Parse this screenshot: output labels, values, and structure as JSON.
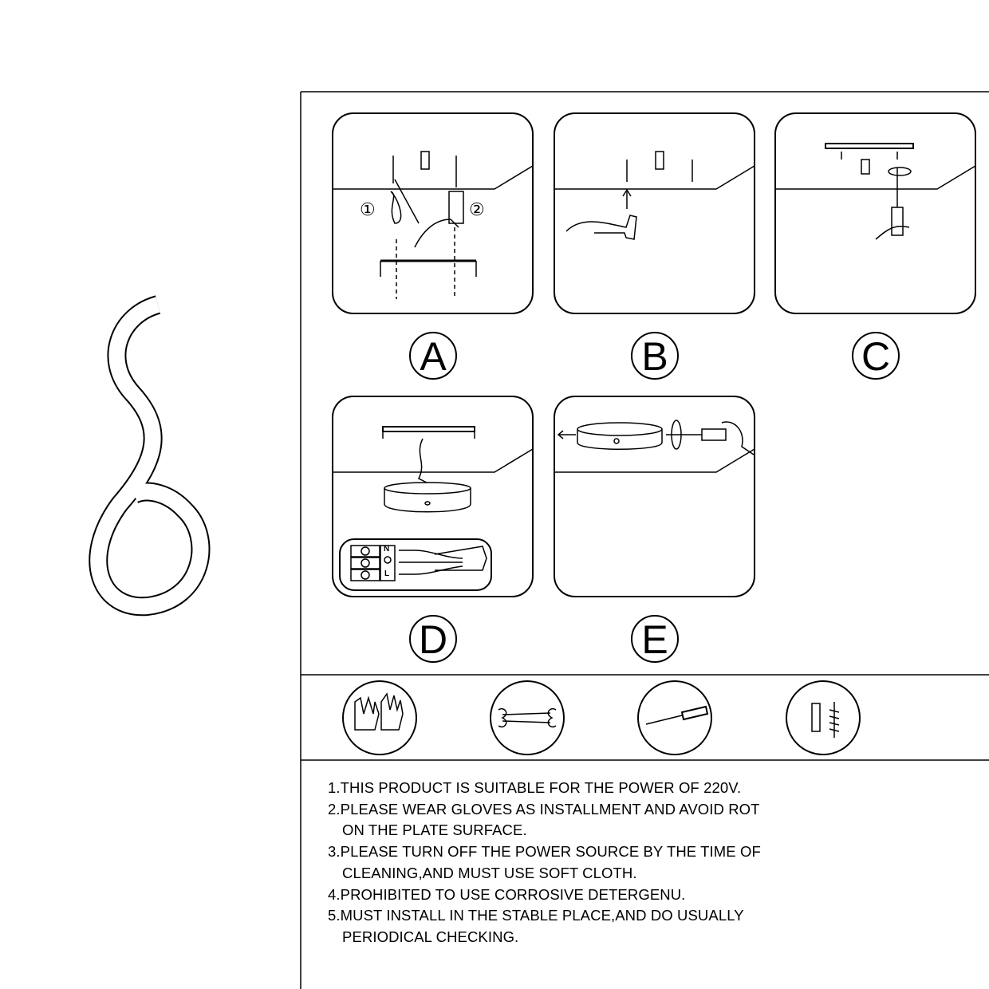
{
  "steps": [
    {
      "label": "A",
      "callouts": [
        "①",
        "②"
      ]
    },
    {
      "label": "B"
    },
    {
      "label": "C"
    },
    {
      "label": "D",
      "terminal_marks": [
        "N",
        "L"
      ]
    },
    {
      "label": "E"
    }
  ],
  "tools": [
    {
      "icon": "gloves-icon"
    },
    {
      "icon": "wrench-icon"
    },
    {
      "icon": "screwdriver-icon"
    },
    {
      "icon": "anchor-screw-icon"
    }
  ],
  "notes": [
    "1.THIS PRODUCT IS SUITABLE FOR THE POWER OF 220V.",
    "2.PLEASE WEAR GLOVES AS INSTALLMENT AND AVOID ROT",
    "ON THE PLATE SURFACE.",
    "3.PLEASE TURN OFF THE POWER SOURCE BY THE TIME OF",
    "CLEANING,AND MUST USE SOFT CLOTH.",
    "4.PROHIBITED TO USE CORROSIVE DETERGENU.",
    "5.MUST INSTALL IN THE STABLE PLACE,AND DO USUALLY",
    "PERIODICAL CHECKING."
  ]
}
